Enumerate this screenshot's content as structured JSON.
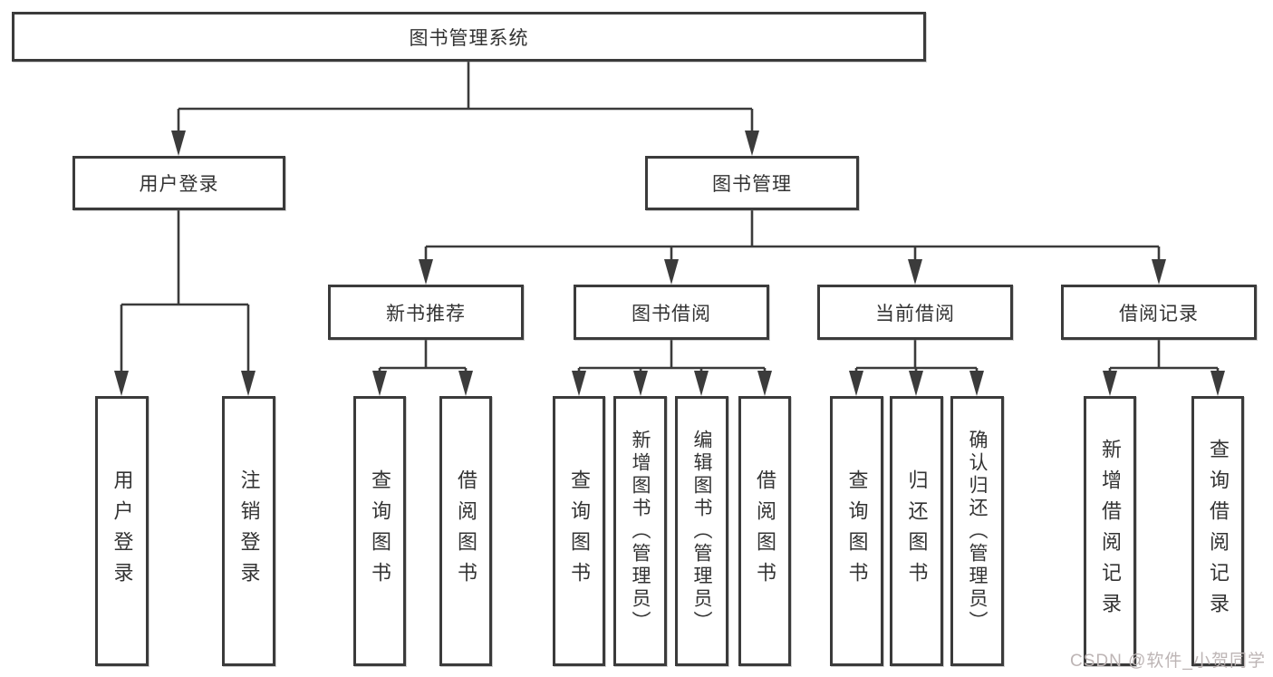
{
  "tree": {
    "root": {
      "label": "图书管理系统"
    },
    "branches": [
      {
        "label": "用户登录",
        "children": [
          {
            "label": "用户登录"
          },
          {
            "label": "注销登录"
          }
        ]
      },
      {
        "label": "图书管理",
        "children": [
          {
            "label": "新书推荐",
            "children": [
              {
                "label": "查询图书"
              },
              {
                "label": "借阅图书"
              }
            ]
          },
          {
            "label": "图书借阅",
            "children": [
              {
                "label": "查询图书"
              },
              {
                "label": "新增图书（管理员）"
              },
              {
                "label": "编辑图书（管理员）"
              },
              {
                "label": "借阅图书"
              }
            ]
          },
          {
            "label": "当前借阅",
            "children": [
              {
                "label": "查询图书"
              },
              {
                "label": "归还图书"
              },
              {
                "label": "确认归还（管理员）"
              }
            ]
          },
          {
            "label": "借阅记录",
            "children": [
              {
                "label": "新增借阅记录"
              },
              {
                "label": "查询借阅记录"
              }
            ]
          }
        ]
      }
    ]
  },
  "watermark": {
    "text": "CSDN @软件_小贺同学"
  },
  "colors": {
    "line": "#3b3b3b",
    "text": "#333333",
    "watermark": "#bdb5b5",
    "background": "#ffffff"
  }
}
